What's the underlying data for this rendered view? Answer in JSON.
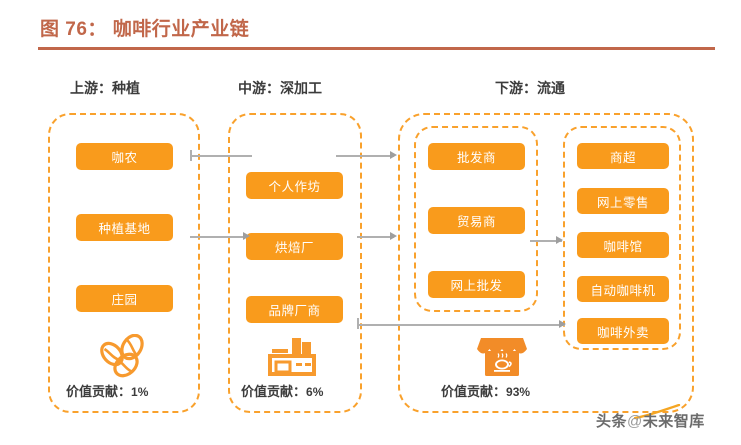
{
  "figure": {
    "title": "图 76： 咖啡行业产业链",
    "accent_color": "#c1674a",
    "node_color": "#F99B1C",
    "dash_color": "#F9A12C",
    "arrow_color": "#b0b0b0"
  },
  "stages": {
    "upstream": {
      "header": "上游：种植",
      "nodes": [
        "咖农",
        "种植基地",
        "庄园"
      ],
      "icon": "coffee-beans-icon",
      "value_label": "价值贡献：",
      "value": "1%"
    },
    "midstream": {
      "header": "中游：深加工",
      "nodes": [
        "个人作坊",
        "烘焙厂",
        "品牌厂商"
      ],
      "icon": "factory-icon",
      "value_label": "价值贡献：",
      "value": "6%"
    },
    "downstream": {
      "header": "下游：流通",
      "wholesale_nodes": [
        "批发商",
        "贸易商",
        "网上批发"
      ],
      "retail_nodes": [
        "商超",
        "网上零售",
        "咖啡馆",
        "自动咖啡机",
        "咖啡外卖"
      ],
      "icon": "coffee-shop-icon",
      "value_label": "价值贡献：",
      "value": "93%"
    }
  },
  "watermark": {
    "prefix": "头条",
    "at": "@",
    "suffix": "未来智库"
  }
}
